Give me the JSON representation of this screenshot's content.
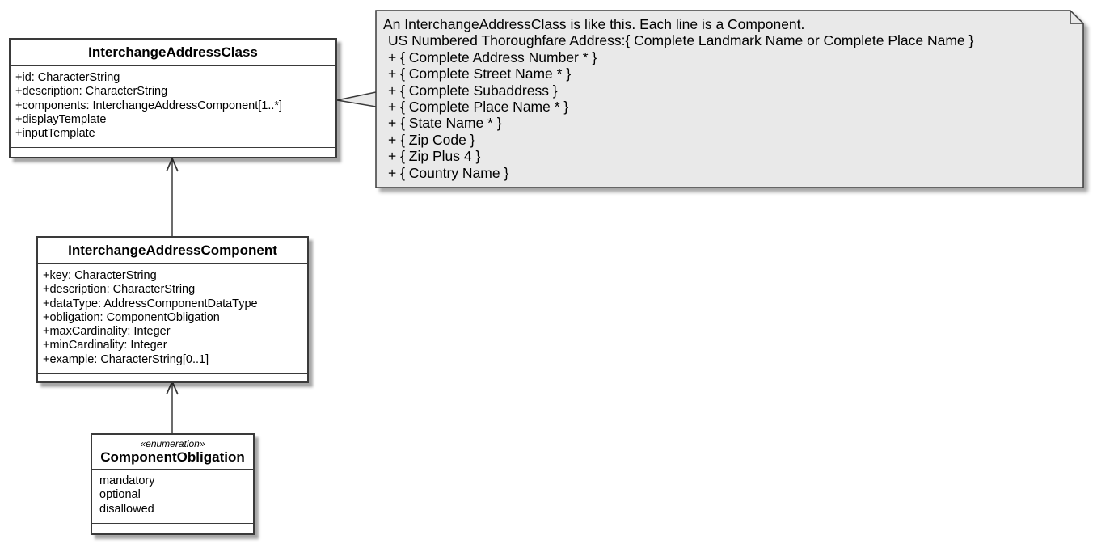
{
  "classes": {
    "interchange_address_class": {
      "name": "InterchangeAddressClass",
      "attributes": [
        "+id: CharacterString",
        "+description: CharacterString",
        "+components: InterchangeAddressComponent[1..*]",
        "+displayTemplate",
        "+inputTemplate"
      ]
    },
    "interchange_address_component": {
      "name": "InterchangeAddressComponent",
      "attributes": [
        "+key: CharacterString",
        "+description: CharacterString",
        "+dataType: AddressComponentDataType",
        "+obligation: ComponentObligation",
        "+maxCardinality: Integer",
        "+minCardinality: Integer",
        "+example: CharacterString[0..1]"
      ]
    },
    "component_obligation": {
      "stereotype": "«enumeration»",
      "name": "ComponentObligation",
      "attributes": [
        "mandatory",
        "optional",
        "disallowed"
      ]
    }
  },
  "note": {
    "lines": [
      "An InterchangeAddressClass is like this. Each line is a Component.",
      "US Numbered Thoroughfare Address:{ Complete Landmark Name or Complete Place Name }",
      "+ { Complete Address Number * }",
      "+ { Complete Street Name * }",
      "+ { Complete Subaddress }",
      "+ { Complete Place Name * }",
      "+ { State Name * }",
      "+ { Zip Code }",
      "+ { Zip Plus 4 }",
      "+ { Country Name }"
    ]
  },
  "colors": {
    "border": "#3a3a3a",
    "note_fill": "#e9e9e9",
    "class_fill": "#ffffff"
  }
}
